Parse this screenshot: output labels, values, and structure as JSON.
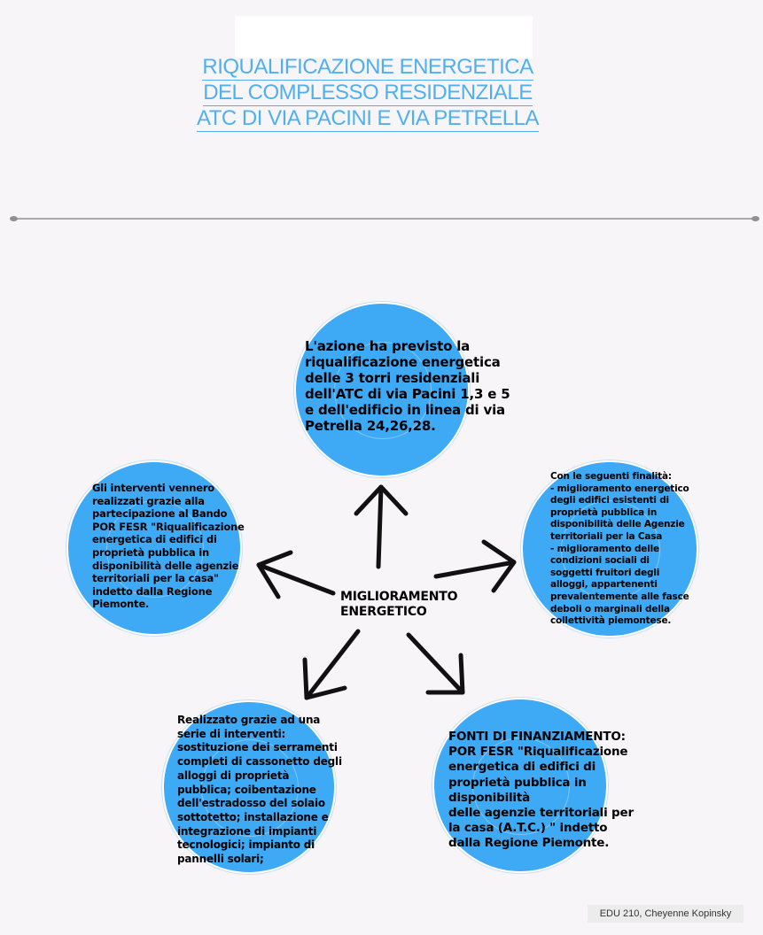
{
  "title": {
    "line1": "RIQUALIFICAZIONE ENERGETICA",
    "line2": "DEL COMPLESSO RESIDENZIALE",
    "line3": "ATC DI VIA PACINI E VIA PETRELLA"
  },
  "center": {
    "label": "MIGLIORAMENTO\nENERGETICO"
  },
  "nodes": {
    "top": "L'azione ha previsto la\nriqualificazione energetica\ndelle 3 torri residenziali\ndell'ATC di via Pacini 1,3 e 5\ne dell'edificio in linea di via\nPetrella 24,26,28.",
    "left": "Gli interventi vennero\nrealizzati grazie alla\npartecipazione al Bando\nPOR FESR \"Riqualificazione\nenergetica di edifici di\nproprietà pubblica in\ndisponibilità delle agenzie\nterritoriali per la casa\"\nindetto dalla Regione\nPiemonte.",
    "right": "Con le seguenti finalità:\n- miglioramento energetico\ndegli edifici esistenti di\nproprietà pubblica in\ndisponibilità delle Agenzie\nterritoriali per la Casa\n- miglioramento delle\ncondizioni sociali di\nsoggetti fruitori degli\nalloggi, appartenenti\nprevalentemente alle fasce\ndeboli o marginali della\ncollettività piemontese.",
    "bottom_left": "Realizzato grazie ad una\nserie di interventi:\nsostituzione dei serramenti\ncompleti di cassonetto degli\nalloggi di proprietà\npubblica; coibentazione\ndell'estradosso del solaio\nsottotetto; installazione e\nintegrazione di impianti\ntecnologici;  impianto di\npannelli solari;",
    "bottom_right": "FONTI DI FINANZIAMENTO:\nPOR FESR \"Riqualificazione\nenergetica di edifici di\nproprietà pubblica in\ndisponibilità\ndelle agenzie territoriali per\nla casa (A.T.C.) \" indetto\ndalla Regione Piemonte."
  },
  "footer": "EDU 210, Cheyenne Kopinsky",
  "colors": {
    "circle": "#3ea9f4",
    "title": "#4fb0ee",
    "arrow": "#111111"
  }
}
